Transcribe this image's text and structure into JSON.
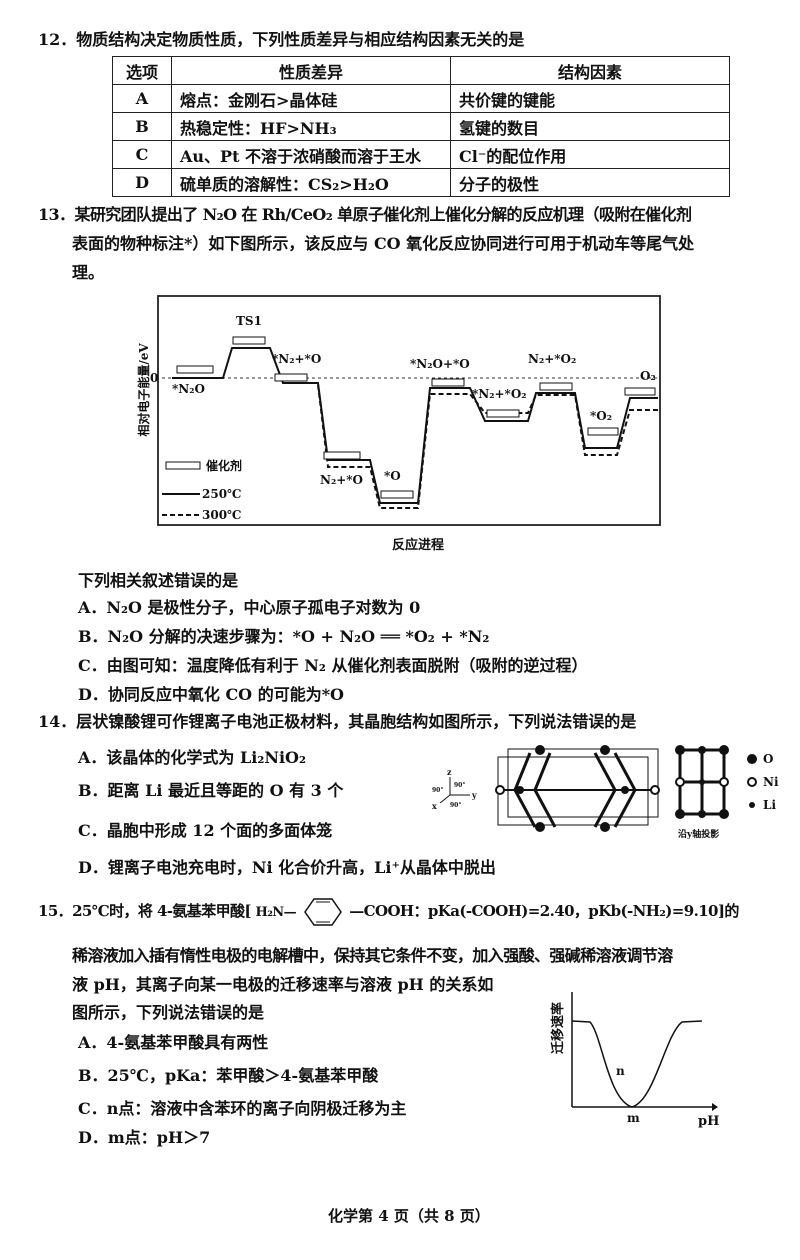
{
  "q12": {
    "stem": "12．物质结构决定物质性质，下列性质差异与相应结构因素无关的是",
    "headers": [
      "选项",
      "性质差异",
      "结构因素"
    ],
    "rows": [
      [
        "A",
        "熔点：金刚石>晶体硅",
        "共价键的键能"
      ],
      [
        "B",
        "热稳定性：HF>NH₃",
        "氢键的数目"
      ],
      [
        "C",
        "Au、Pt 不溶于浓硝酸而溶于王水",
        "Cl⁻的配位作用"
      ],
      [
        "D",
        "硫单质的溶解性：CS₂>H₂O",
        "分子的极性"
      ]
    ]
  },
  "q13": {
    "stem": [
      "13．某研究团队提出了 N₂O 在 Rh/CeO₂ 单原子催化剂上催化分解的反应机理（吸附在催化剂",
      "表面的物种标注*）如下图所示，该反应与 CO 氧化反应协同进行可用于机动车等尾气处",
      "理。"
    ],
    "figure": {
      "ylabel": "相对电子能量/eV",
      "xlabel": "反应进程",
      "zero": "0",
      "states": [
        "*N₂O",
        "TS1",
        "*N₂+*O",
        "N₂+*O",
        "*O",
        "*N₂O+*O",
        "*N₂+*O₂",
        "N₂+*O₂",
        "*O₂",
        "O₂"
      ],
      "legend": [
        "催化剂",
        "250℃",
        "300℃"
      ]
    },
    "prompt": "下列相关叙述错误的是",
    "options": [
      "A．N₂O 是极性分子，中心原子孤电子对数为 0",
      "B．N₂O 分解的决速步骤为：*O + N₂O ══ *O₂ + *N₂",
      "C．由图可知：温度降低有利于 N₂ 从催化剂表面脱附（吸附的逆过程）",
      "D．协同反应中氧化 CO 的可能为*O"
    ]
  },
  "q14": {
    "stem": "14．层状镍酸锂可作锂离子电池正极材料，其晶胞结构如图所示，下列说法错误的是",
    "options": [
      "A．该晶体的化学式为 Li₂NiO₂",
      "B．距离 Li 最近且等距的 O 有 3 个",
      "C．晶胞中形成 12 个面的多面体笼",
      "D．锂离子电池充电时，Ni 化合价升高，Li⁺从晶体中脱出"
    ],
    "figure": {
      "axes": [
        "z",
        "y",
        "x",
        "90°",
        "90°",
        "90°"
      ],
      "legend": [
        "O",
        "Ni",
        "Li"
      ],
      "caption": "沿y轴投影"
    }
  },
  "q15": {
    "stem_start": "15．25℃时，将 4-氨基苯甲酸[",
    "formula_left": "H₂N—",
    "formula_right": "—COOH：pKa(-COOH)=2.40，pKb(-NH₂)=9.10]的",
    "lines": [
      "稀溶液加入插有惰性电极的电解槽中，保持其它条件不变，加入强酸、强碱稀溶液调节溶",
      "液 pH，其离子向某一电极的迁移速率与溶液 pH 的关系如",
      "图所示，下列说法错误的是"
    ],
    "options": [
      "A．4-氨基苯甲酸具有两性",
      "B．25℃，pKa：苯甲酸＞4-氨基苯甲酸",
      "C．n点：溶液中含苯环的离子向阴极迁移为主",
      "D．m点：pH＞7"
    ],
    "figure": {
      "ylabel": "迁移速率",
      "xlabel": "pH",
      "points": [
        "n",
        "m"
      ]
    }
  },
  "footer": "化学第 4 页（共 8 页）"
}
